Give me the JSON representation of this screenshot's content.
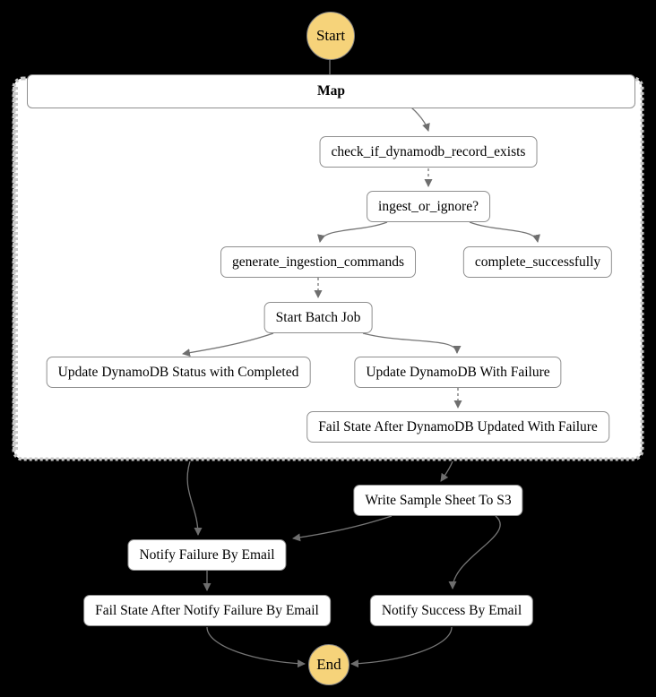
{
  "diagram": {
    "kind": "state-machine-flowchart",
    "start_label": "Start",
    "end_label": "End",
    "map_container_label": "Map",
    "nodes": [
      {
        "id": "check_if_dynamodb_record_exists",
        "label": "check_if_dynamodb_record_exists"
      },
      {
        "id": "ingest_or_ignore",
        "label": "ingest_or_ignore?"
      },
      {
        "id": "generate_ingestion_commands",
        "label": "generate_ingestion_commands"
      },
      {
        "id": "complete_successfully",
        "label": "complete_successfully"
      },
      {
        "id": "start_batch_job",
        "label": "Start Batch Job"
      },
      {
        "id": "update_dynamodb_status_with_completed",
        "label": "Update DynamoDB Status with Completed"
      },
      {
        "id": "update_dynamodb_with_failure",
        "label": "Update DynamoDB With Failure"
      },
      {
        "id": "fail_state_after_dynamodb_updated_with_failure",
        "label": "Fail State After DynamoDB Updated With Failure"
      },
      {
        "id": "write_sample_sheet_to_s3",
        "label": "Write Sample Sheet To S3"
      },
      {
        "id": "notify_failure_by_email",
        "label": "Notify Failure By Email"
      },
      {
        "id": "fail_state_after_notify_failure_by_email",
        "label": "Fail State After Notify Failure By Email"
      },
      {
        "id": "notify_success_by_email",
        "label": "Notify Success By Email"
      }
    ],
    "edges": [
      {
        "from": "Start",
        "to": "Map",
        "style": "solid"
      },
      {
        "from": "Map",
        "to": "check_if_dynamodb_record_exists",
        "style": "solid"
      },
      {
        "from": "check_if_dynamodb_record_exists",
        "to": "ingest_or_ignore",
        "style": "dashed"
      },
      {
        "from": "ingest_or_ignore",
        "to": "generate_ingestion_commands",
        "style": "solid"
      },
      {
        "from": "ingest_or_ignore",
        "to": "complete_successfully",
        "style": "solid"
      },
      {
        "from": "generate_ingestion_commands",
        "to": "start_batch_job",
        "style": "dashed"
      },
      {
        "from": "start_batch_job",
        "to": "update_dynamodb_status_with_completed",
        "style": "solid"
      },
      {
        "from": "start_batch_job",
        "to": "update_dynamodb_with_failure",
        "style": "solid"
      },
      {
        "from": "update_dynamodb_with_failure",
        "to": "fail_state_after_dynamodb_updated_with_failure",
        "style": "dashed"
      },
      {
        "from": "Map",
        "to": "notify_failure_by_email",
        "style": "solid"
      },
      {
        "from": "Map",
        "to": "write_sample_sheet_to_s3",
        "style": "solid"
      },
      {
        "from": "write_sample_sheet_to_s3",
        "to": "notify_failure_by_email",
        "style": "solid"
      },
      {
        "from": "write_sample_sheet_to_s3",
        "to": "notify_success_by_email",
        "style": "solid"
      },
      {
        "from": "notify_failure_by_email",
        "to": "fail_state_after_notify_failure_by_email",
        "style": "solid"
      },
      {
        "from": "fail_state_after_notify_failure_by_email",
        "to": "End",
        "style": "solid"
      },
      {
        "from": "notify_success_by_email",
        "to": "End",
        "style": "solid"
      }
    ],
    "colors": {
      "background": "#000000",
      "node_fill": "#ffffff",
      "node_border": "#8f8f8f",
      "edge": "#757575",
      "terminal_fill": "#F6D37A",
      "terminal_border": "#848484",
      "map_border": "#c8c8c8"
    }
  }
}
